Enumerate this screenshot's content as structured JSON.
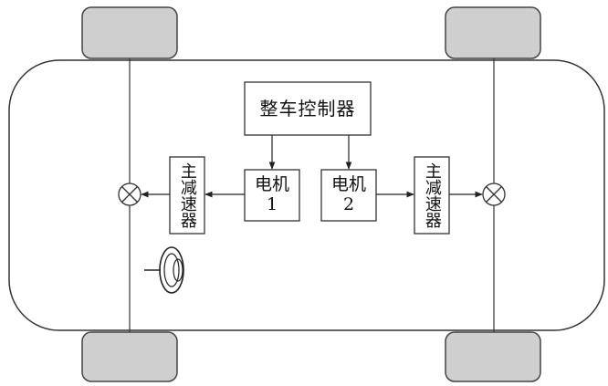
{
  "diagram": {
    "controller": {
      "label": "整车控制器"
    },
    "motor_left": {
      "line1": "电机",
      "line2": "1"
    },
    "motor_right": {
      "line1": "电机",
      "line2": "2"
    },
    "reducer_left": {
      "label": "主减速器"
    },
    "reducer_right": {
      "label": "主减速器"
    },
    "colors": {
      "line": "#222222",
      "wheel_fill": "#cfcfcf",
      "wheel_stroke": "#444444",
      "background": "#ffffff"
    },
    "icons": {
      "differential_left": "differential-cross-circle-icon",
      "differential_right": "differential-cross-circle-icon",
      "steering": "steering-wheel-icon"
    }
  }
}
